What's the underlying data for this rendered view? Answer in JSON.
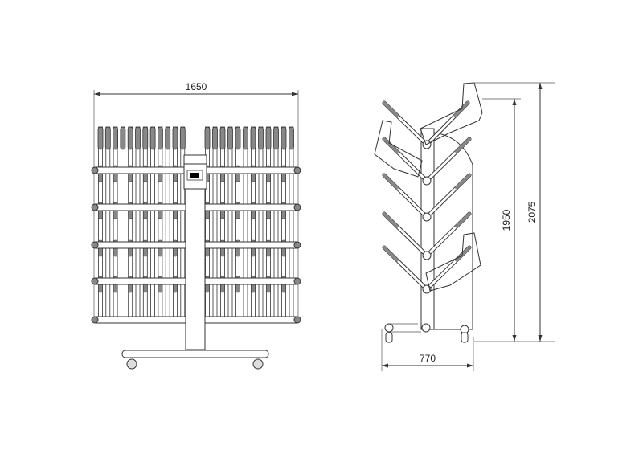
{
  "front_view": {
    "width_label": "1650",
    "pegs_per_side": 12,
    "rows": 5
  },
  "side_view": {
    "depth_label": "770",
    "height_label": "1950",
    "total_height_label": "2075",
    "arm_levels": 5
  },
  "colors": {
    "line": "#333333",
    "grip": "#888888",
    "display": "#000000"
  }
}
